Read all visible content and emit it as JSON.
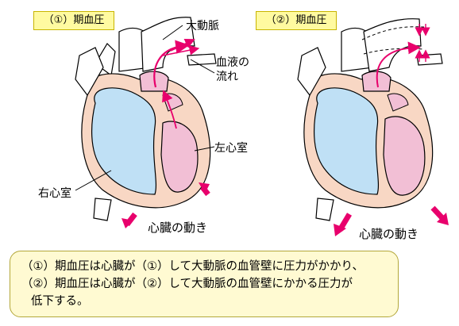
{
  "panels": [
    {
      "tag": "（①）期血圧",
      "labels": {
        "aorta": "大動脈",
        "blood_flow": "血液の\n流れ",
        "left_ventricle": "左心室",
        "right_ventricle": "右心室",
        "motion": "心臓の動き"
      }
    },
    {
      "tag": "（②）期血圧",
      "labels": {
        "motion": "心臓の動き"
      }
    }
  ],
  "caption": {
    "line1": "（①）期血圧は心臓が（①）して大動脈の血管壁に圧力がかかり、",
    "line2": "（②）期血圧は心臓が（②）して大動脈の血管壁にかかる圧力が",
    "line3": "低下する。"
  },
  "colors": {
    "tag_bg": "#fffaa0",
    "caption_bg": "#fffad2",
    "arrow": "#e8006c",
    "right_ventricle": "#bfe0f5",
    "left_ventricle": "#f2bfd5",
    "heart_wall": "#f8d7c4"
  }
}
